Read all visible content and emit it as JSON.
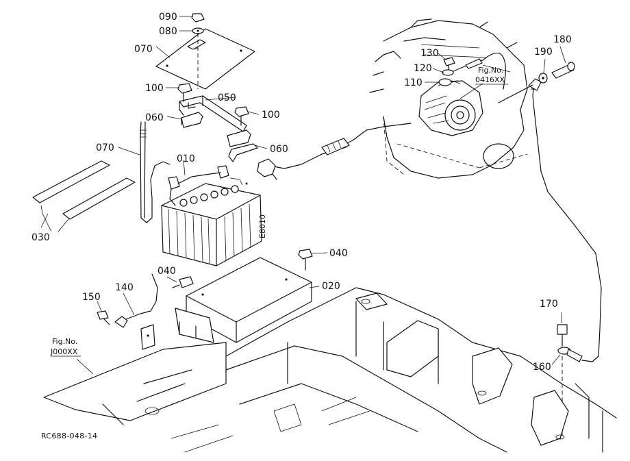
{
  "drawing_id": "RC688-048-14",
  "figure_refs": [
    {
      "id": "fig-0416",
      "title": "Fig.No.",
      "code": "0416XX"
    },
    {
      "id": "fig-j000",
      "title": "Fig.No.",
      "code": "J000XX"
    }
  ],
  "callouts": [
    {
      "id": "010",
      "text": "010"
    },
    {
      "id": "020",
      "text": "020"
    },
    {
      "id": "030",
      "text": "030"
    },
    {
      "id": "040a",
      "text": "040"
    },
    {
      "id": "040b",
      "text": "040"
    },
    {
      "id": "050",
      "text": "050"
    },
    {
      "id": "060a",
      "text": "060"
    },
    {
      "id": "060b",
      "text": "060"
    },
    {
      "id": "070",
      "text": "070"
    },
    {
      "id": "080",
      "text": "080"
    },
    {
      "id": "090",
      "text": "090"
    },
    {
      "id": "100a",
      "text": "100"
    },
    {
      "id": "100b",
      "text": "100"
    },
    {
      "id": "100c",
      "text": "100"
    },
    {
      "id": "110",
      "text": "110"
    },
    {
      "id": "120",
      "text": "120"
    },
    {
      "id": "130",
      "text": "130"
    },
    {
      "id": "140",
      "text": "140"
    },
    {
      "id": "150",
      "text": "150"
    },
    {
      "id": "160",
      "text": "160"
    },
    {
      "id": "170",
      "text": "170"
    },
    {
      "id": "180",
      "text": "180"
    },
    {
      "id": "190",
      "text": "190"
    }
  ],
  "battery_side_text": "E8010"
}
